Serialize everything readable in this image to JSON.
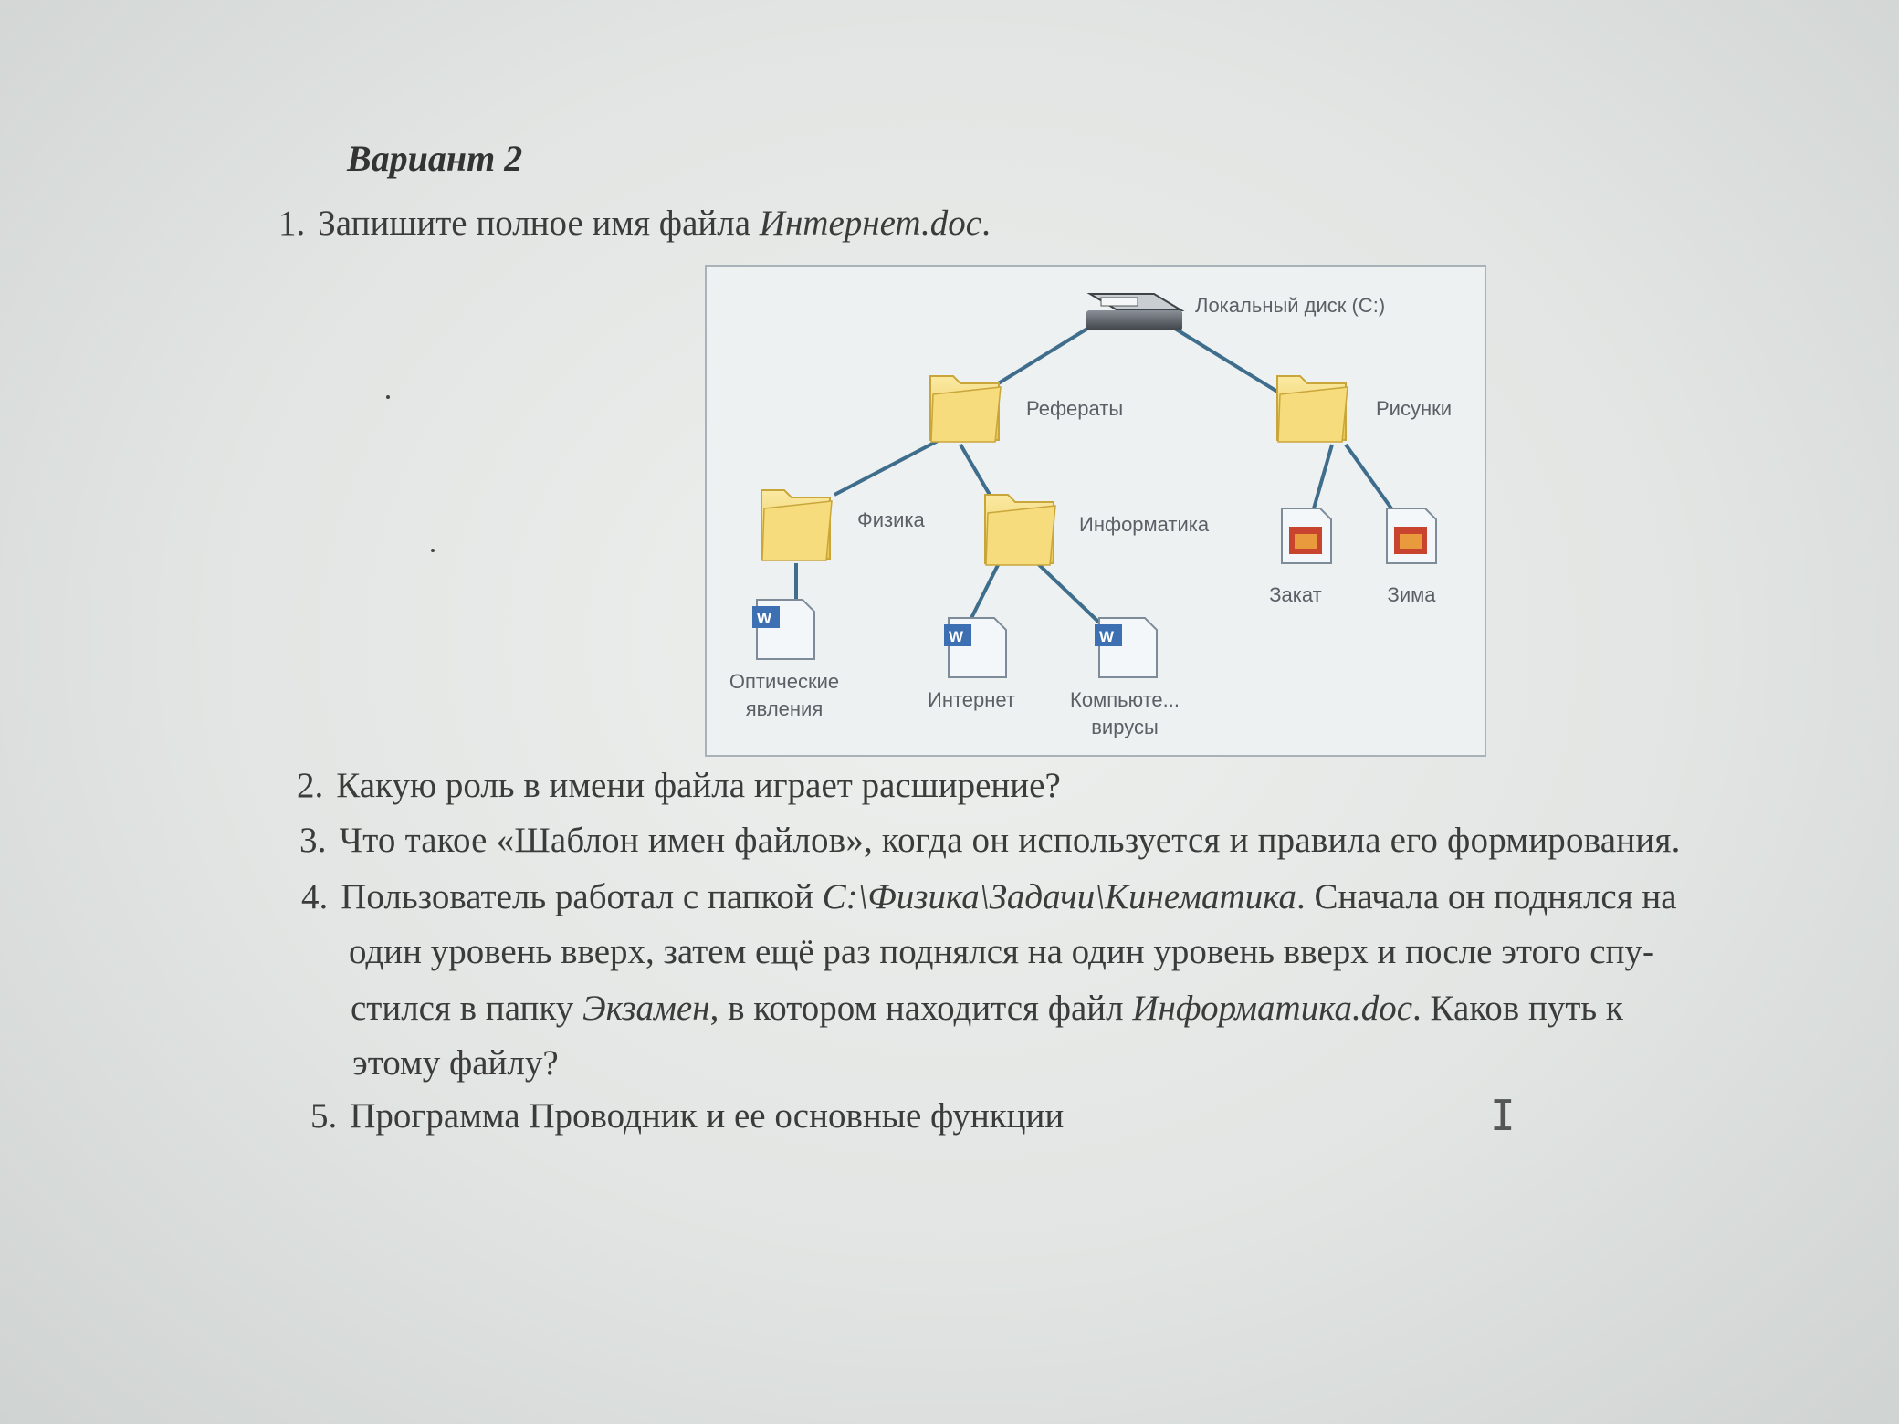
{
  "title": "Вариант 2",
  "q1": {
    "num": "1.",
    "text": "Запишите полное имя файла ",
    "file": "Интернет.doc",
    "end": "."
  },
  "tree": {
    "root": "Локальный диск (C:)",
    "ref": "Рефераты",
    "pics": "Рисунки",
    "phys": "Физика",
    "inf": "Информатика",
    "opt1": "Оптические",
    "opt2": "явления",
    "internet": "Интернет",
    "comp1": "Компьюте...",
    "comp2": "вирусы",
    "zakat": "Закат",
    "zima": "Зима",
    "word_icon": "word-document-icon",
    "image_icon": "image-file-icon",
    "folder_icon": "folder-icon",
    "disk_icon": "hard-disk-icon",
    "line_color": "#3f6d8c",
    "folder_color": "#f2d572"
  },
  "q2": {
    "num": "2.",
    "text": "Какую роль в имени файла играет расширение?"
  },
  "q3": {
    "num": "3.",
    "text": "Что такое «Шаблон имен файлов», когда он используется и правила его формирования."
  },
  "q4": {
    "num": "4.",
    "l1a": "Пользователь работал с папкой ",
    "l1path": "C:\\Физика\\Задачи\\Кинематика",
    "l1b": ". Сначала он поднялся на",
    "l2": "один уровень вверх, затем ещё раз поднялся на один уровень вверх и после этого спу-",
    "l3a": "стился в папку ",
    "l3folder": "Экзамен",
    "l3b": ", в котором находится файл ",
    "l3file": "Информатика.doc",
    "l3c": ". Каков путь к",
    "l4": "этому файлу?"
  },
  "q5": {
    "num": "5.",
    "text": "Программа Проводник и ее основные функции"
  },
  "cursor_icon": "text-cursor-icon"
}
